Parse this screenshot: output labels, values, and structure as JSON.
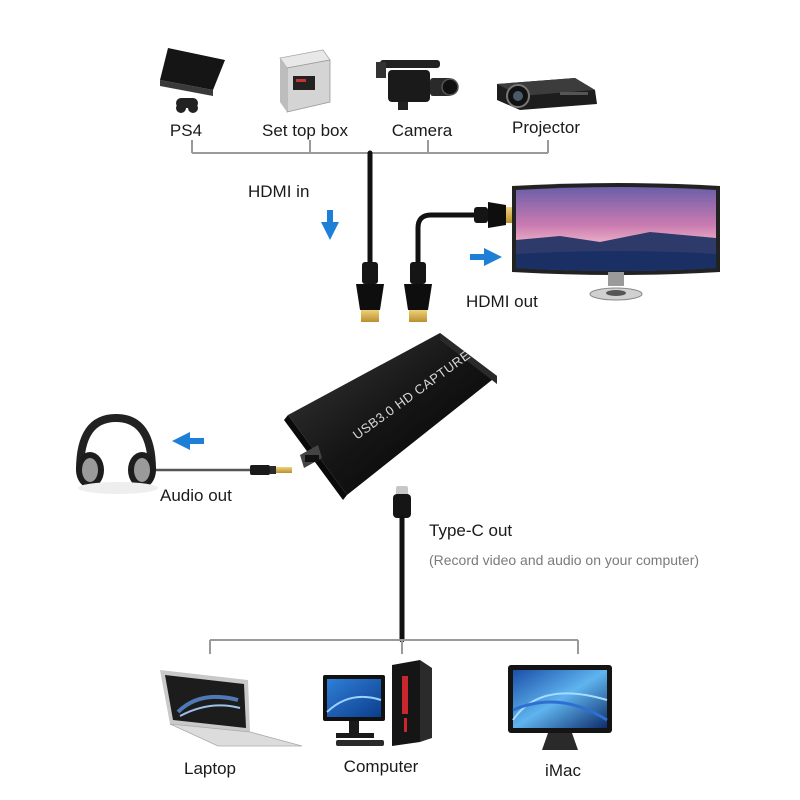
{
  "sources": {
    "ps4": "PS4",
    "set_top_box": "Set top box",
    "camera": "Camera",
    "projector": "Projector"
  },
  "hdmi_in": "HDMI in",
  "hdmi_out": "HDMI out",
  "device_label": "USB3.0 HD CAPTURE",
  "audio_out": "Audio out",
  "type_c_out": "Type-C out",
  "type_c_note": "(Record video and audio on your computer)",
  "computers": {
    "laptop": "Laptop",
    "computer": "Computer",
    "imac": "iMac"
  },
  "colors": {
    "arrow": "#1e7fd6",
    "cable": "#111111",
    "bracket": "#9a9a9a",
    "device": "#1b1b1b"
  },
  "icons": [
    "ps4-icon",
    "set-top-box-icon",
    "camera-icon",
    "projector-icon",
    "monitor-icon",
    "headphones-icon",
    "laptop-icon",
    "desktop-computer-icon",
    "imac-icon",
    "hdmi-plug-icon",
    "type-c-plug-icon",
    "audio-jack-icon",
    "arrow-icon"
  ]
}
